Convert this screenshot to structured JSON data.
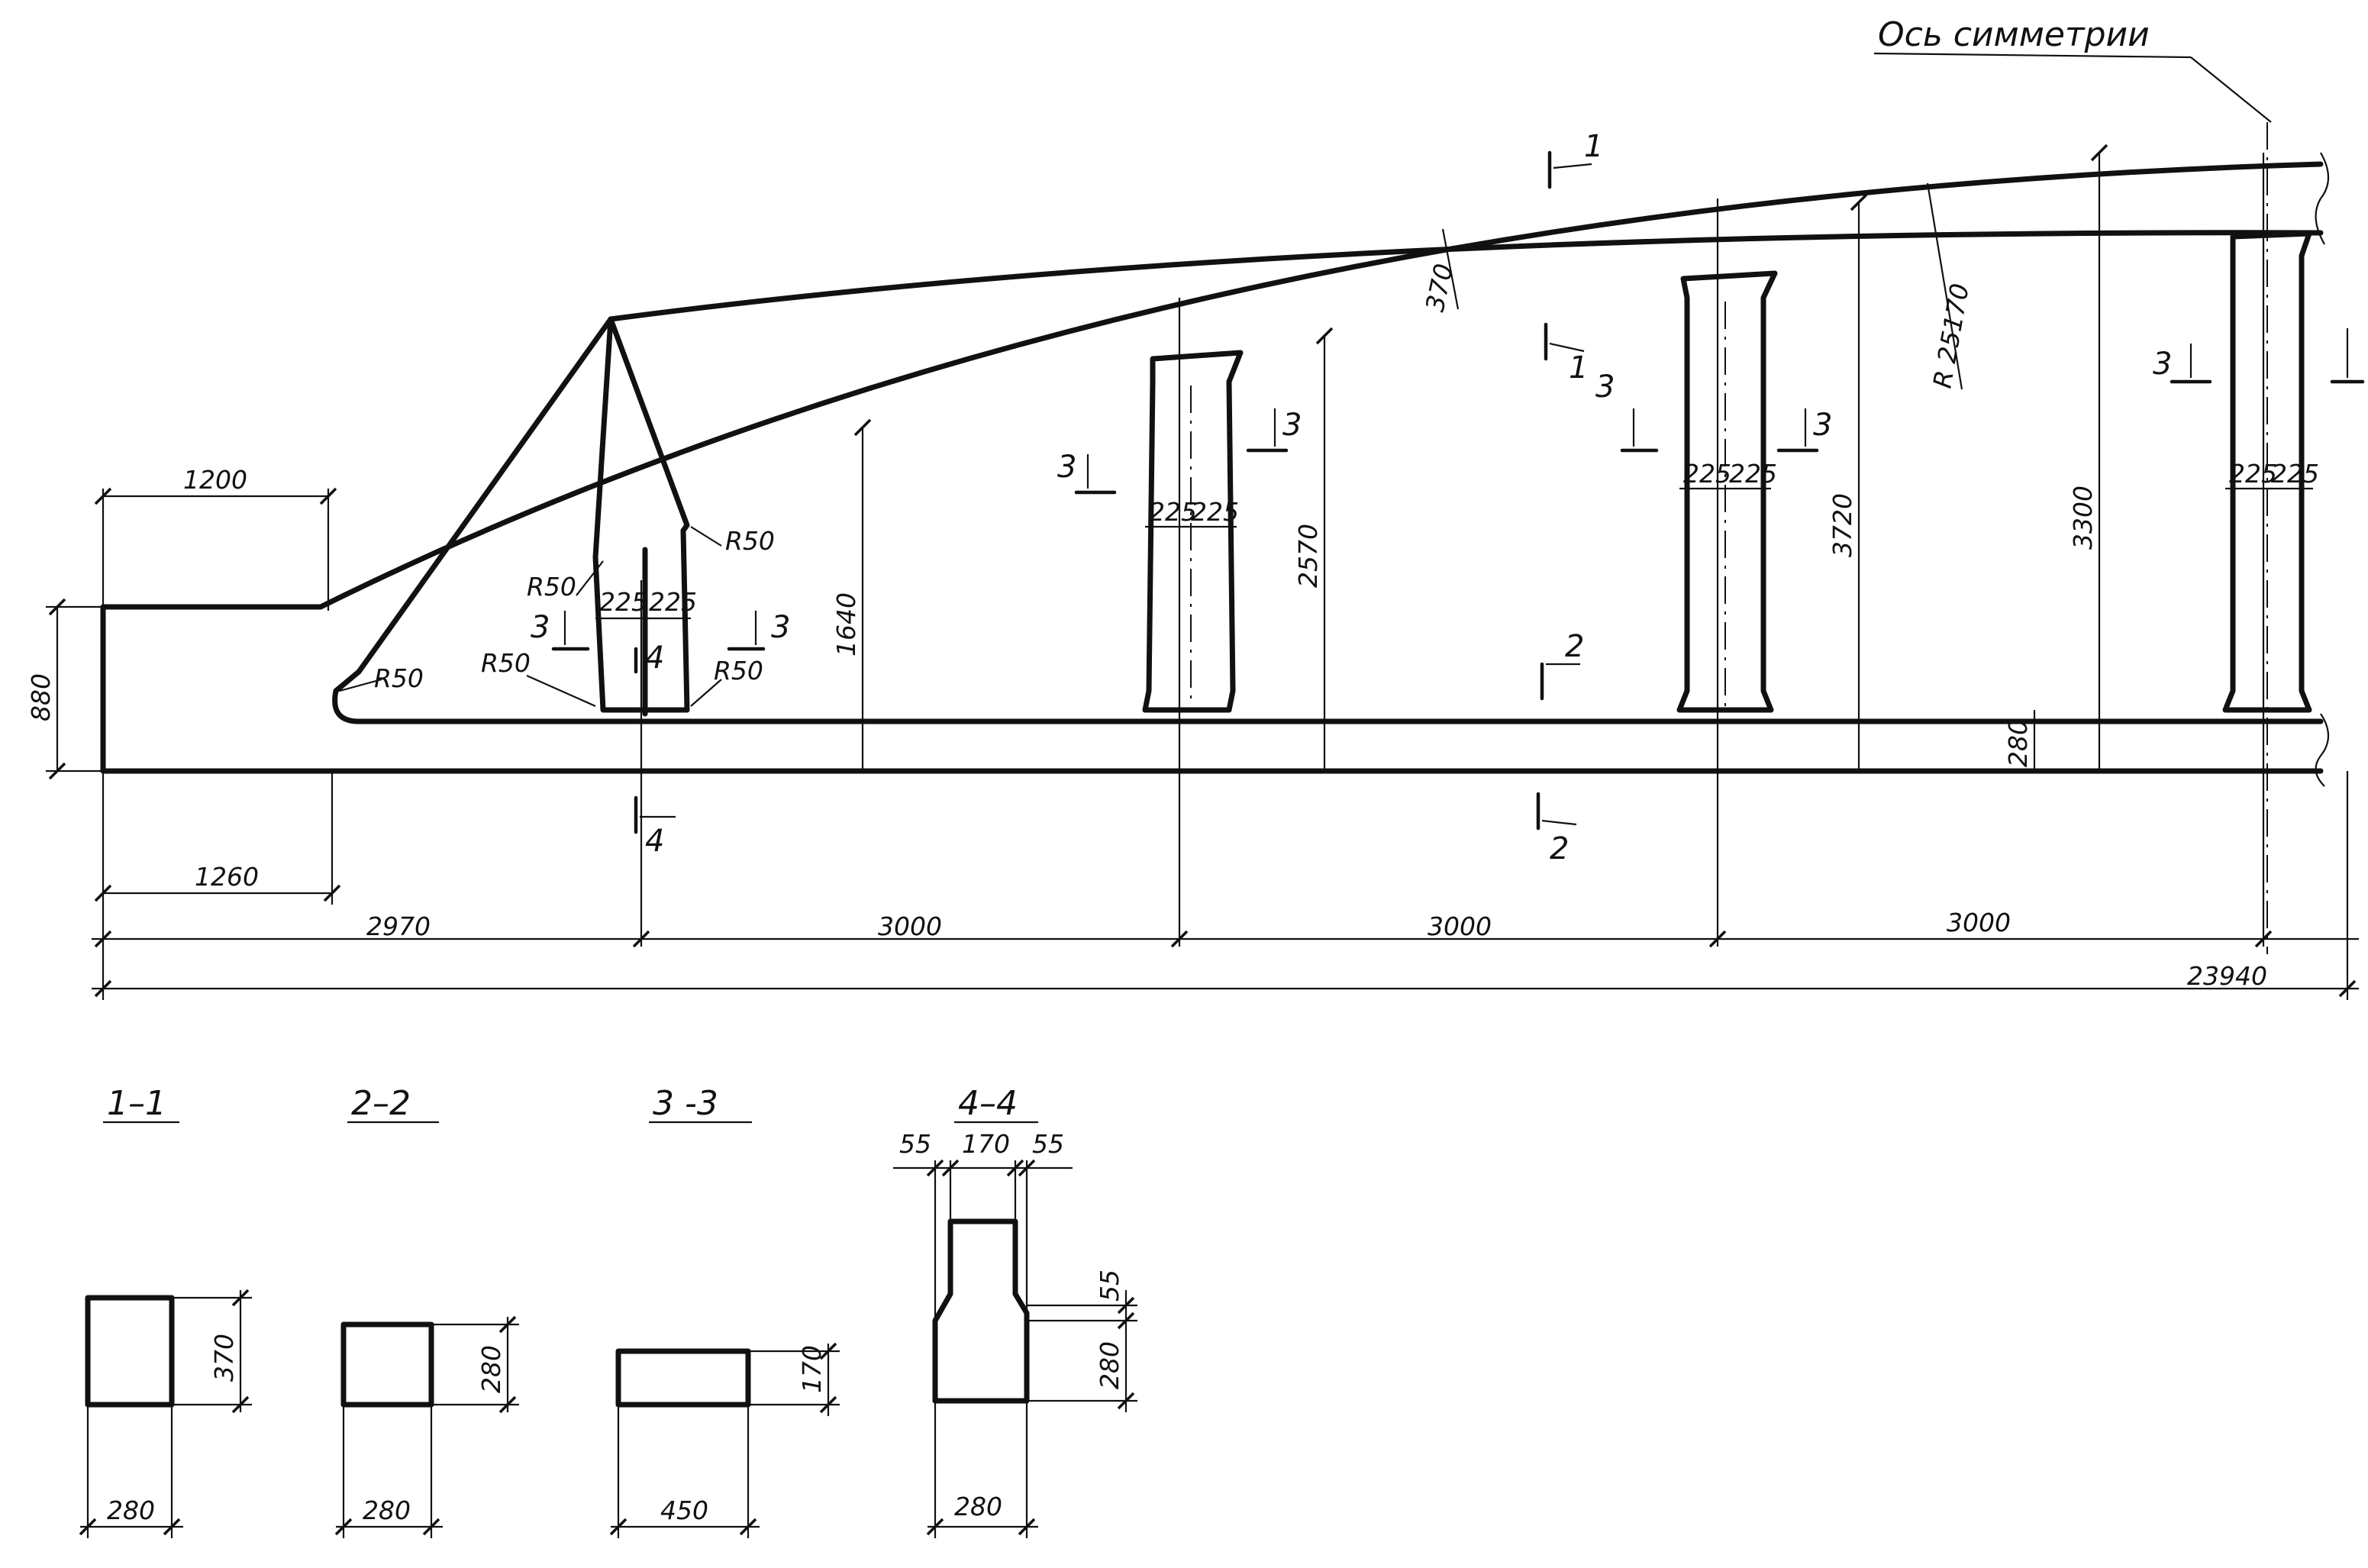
{
  "labels": {
    "axis_of_symmetry": "Ось симметрии",
    "radius": "R 25170",
    "chamfer_radius": "R50"
  },
  "dimensions": {
    "overall_length": "23940",
    "span_first": "2970",
    "span_3000": "3000",
    "end_step_top": "1200",
    "end_step_bottom": "1260",
    "end_height": "880",
    "h_first_post": "1640",
    "h_second_post": "2570",
    "h_third_post": "3720",
    "h_fourth_post": "3300",
    "top_chord": "370",
    "bottom_chord": "280",
    "post_half": "225"
  },
  "section_marks": {
    "s1": "1",
    "s2": "2",
    "s3": "3",
    "s4": "4"
  },
  "sections": {
    "s11": {
      "title": "1–1",
      "width": "280",
      "height": "370"
    },
    "s22": {
      "title": "2–2",
      "width": "280",
      "height": "280"
    },
    "s33": {
      "title": "3 -3",
      "width": "450",
      "height": "170"
    },
    "s44": {
      "title": "4–4",
      "width": "280",
      "height": "280",
      "top_left": "55",
      "top_mid": "170",
      "top_right": "55",
      "notch": "55"
    }
  },
  "colors": {
    "ink": "#111111",
    "paper": "#ffffff"
  }
}
